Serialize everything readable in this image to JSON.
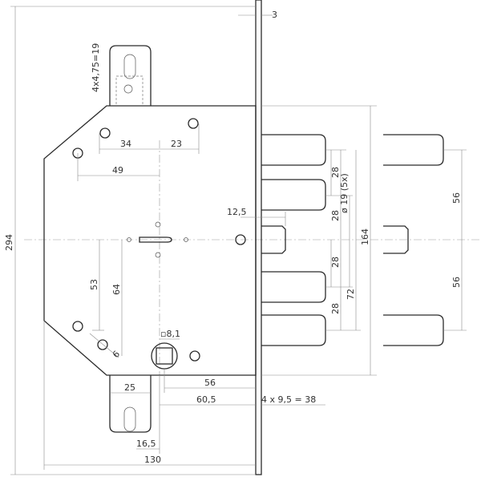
{
  "drawing": {
    "dimensions": {
      "faceplate_thickness": "3",
      "mounting_slot": "4x4,75=19",
      "hole_to_hole_34": "34",
      "hole_to_hole_23": "23",
      "hole_offset_49": "49",
      "deadbolt_pitch_1": "28",
      "deadbolt_pitch_2": "28",
      "deadbolt_pitch_3": "28",
      "deadbolt_pitch_4": "28",
      "deadbolt_diameter": "ø 19 (5x)",
      "latch_offset": "12,5",
      "bolt_span_164": "164",
      "bolt_span_72": "72",
      "extension_56_top": "56",
      "extension_56_bottom": "56",
      "hole_height_53": "53",
      "hole_height_64": "64",
      "follower_square": "▫8,1",
      "hole_dia_6": "6",
      "slot_width_25": "25",
      "follower_distance_56": "56",
      "backset_60_5": "60,5",
      "throw": "4 x 9,5 = 38",
      "slot_offset_16_5": "16,5",
      "body_width_130": "130",
      "overall_height_294": "294"
    }
  }
}
